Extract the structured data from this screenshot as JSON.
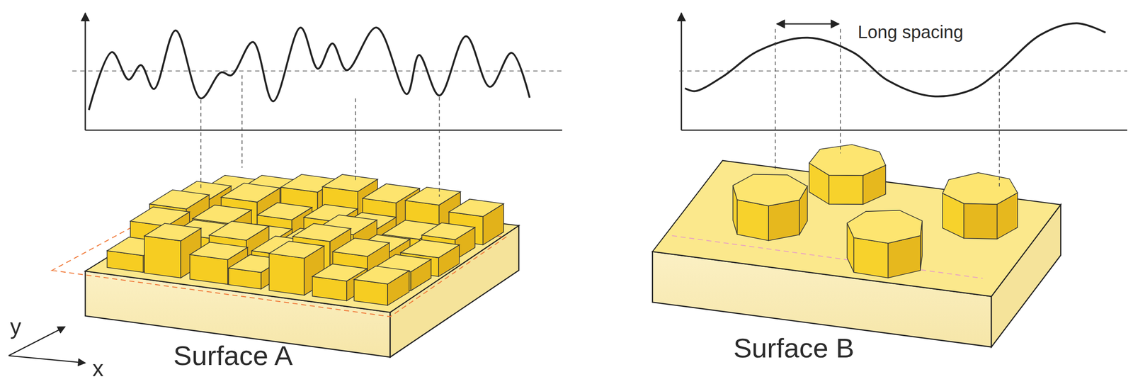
{
  "diagram": {
    "labels": [
      "Long spacing",
      "y",
      "x",
      "Surface A",
      "Surface B"
    ]
  }
}
